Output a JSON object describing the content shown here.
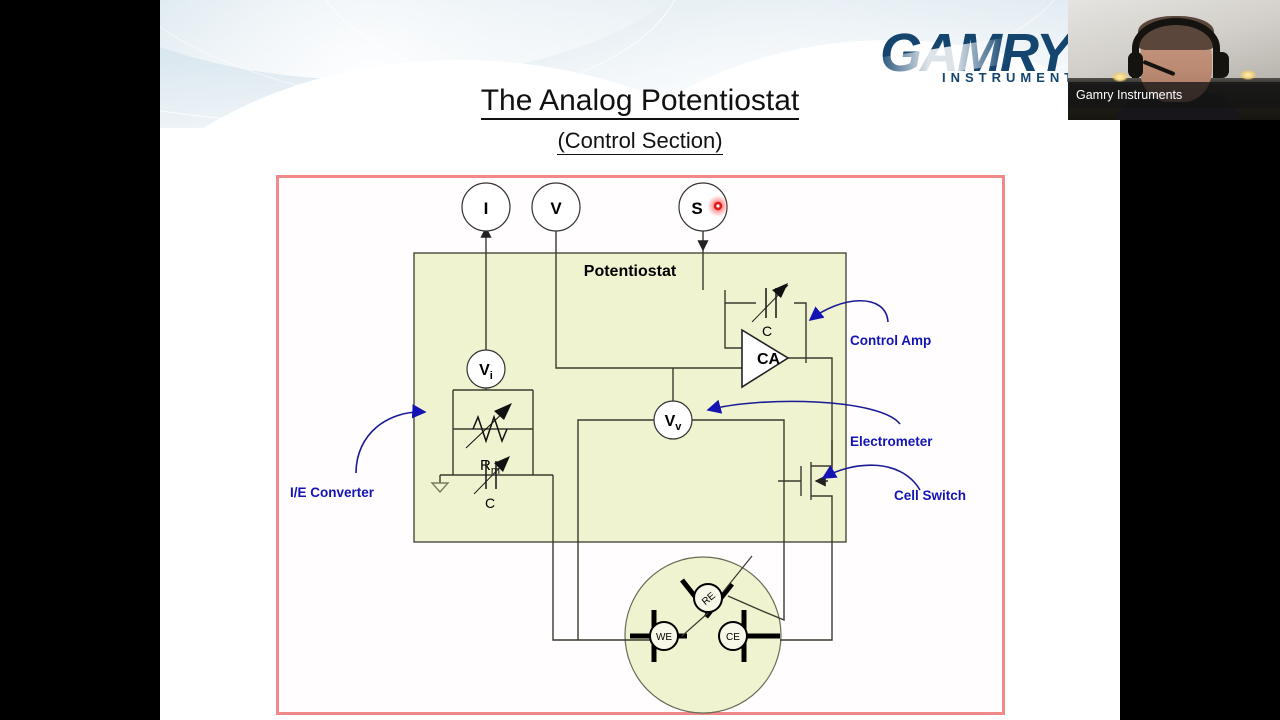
{
  "slide": {
    "title": "The Analog Potentiostat",
    "subtitle": "(Control Section)"
  },
  "logo": {
    "brand": "GAMRY",
    "tagline": "INSTRUMENTS"
  },
  "webcam": {
    "participant_name": "Gamry Instruments"
  },
  "diagram": {
    "block_label": "Potentiostat",
    "signal_nodes": [
      {
        "id": "I",
        "label": "I"
      },
      {
        "id": "V",
        "label": "V"
      },
      {
        "id": "S",
        "label": "S"
      }
    ],
    "pointer_dot_color": "#e01b1b",
    "internal_nodes": [
      {
        "id": "Vi",
        "label": "V",
        "sub": "i"
      },
      {
        "id": "Vv",
        "label": "V",
        "sub": "v"
      }
    ],
    "components": [
      {
        "id": "CA",
        "label": "CA"
      },
      {
        "id": "Cf",
        "label": "C"
      },
      {
        "id": "Rm",
        "label": "R",
        "sub": "m"
      },
      {
        "id": "Cm",
        "label": "C"
      }
    ],
    "cell_electrodes": [
      {
        "id": "WE",
        "label": "WE"
      },
      {
        "id": "RE",
        "label": "RE"
      },
      {
        "id": "CE",
        "label": "CE"
      }
    ],
    "annotations": [
      {
        "id": "control-amp",
        "label": "Control Amp"
      },
      {
        "id": "electrometer",
        "label": "Electrometer"
      },
      {
        "id": "cell-switch",
        "label": "Cell Switch"
      },
      {
        "id": "ie-converter",
        "label": "I/E Converter"
      }
    ],
    "colors": {
      "frame_border": "#f08a8a",
      "block_fill": "#eff3cf",
      "annotation_text": "#1414b4",
      "wire": "#3a3a2e"
    }
  }
}
